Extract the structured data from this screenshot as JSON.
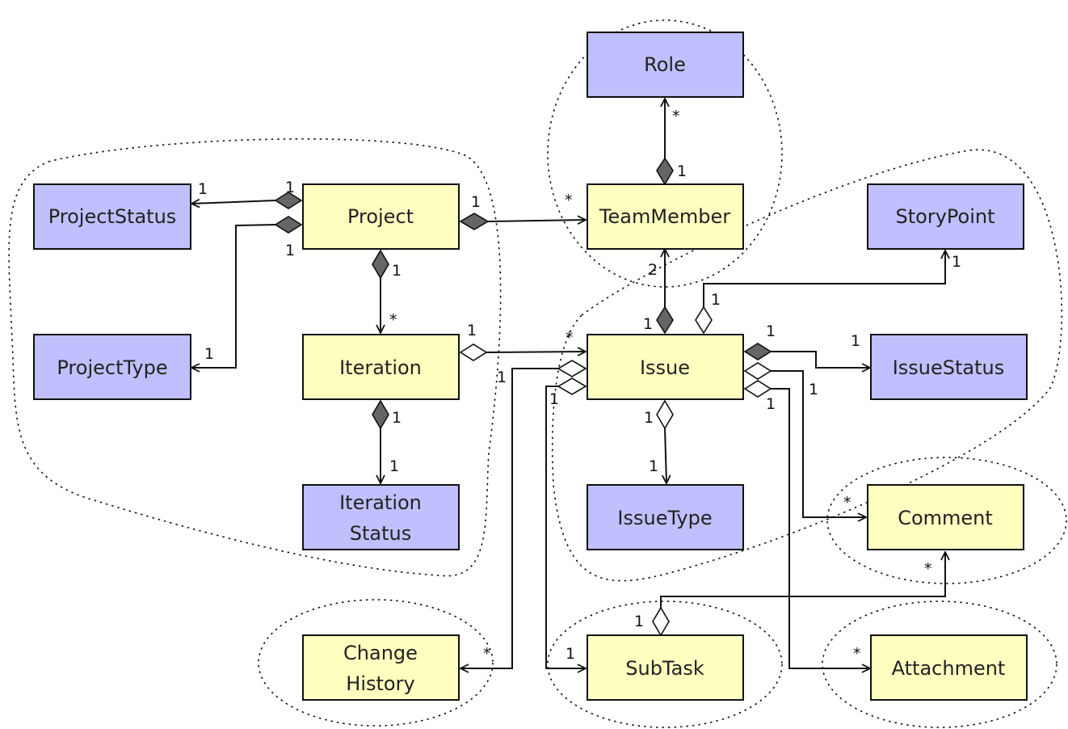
{
  "colors": {
    "lookup": "#c0c0ff",
    "entity": "#ffffc0",
    "stroke": "#111111",
    "composite_diamond": "#666666"
  },
  "classes": {
    "role": {
      "label": "Role",
      "kind": "lookup"
    },
    "project_status": {
      "label": "ProjectStatus",
      "kind": "lookup"
    },
    "project": {
      "label": "Project",
      "kind": "entity"
    },
    "team_member": {
      "label": "TeamMember",
      "kind": "entity"
    },
    "story_point": {
      "label": "StoryPoint",
      "kind": "lookup"
    },
    "project_type": {
      "label": "ProjectType",
      "kind": "lookup"
    },
    "iteration": {
      "label": "Iteration",
      "kind": "entity"
    },
    "issue": {
      "label": "Issue",
      "kind": "entity"
    },
    "issue_status": {
      "label": "IssueStatus",
      "kind": "lookup"
    },
    "iteration_status": {
      "label_lines": [
        "Iteration",
        "Status"
      ],
      "kind": "lookup"
    },
    "issue_type": {
      "label": "IssueType",
      "kind": "lookup"
    },
    "comment": {
      "label": "Comment",
      "kind": "entity"
    },
    "change_history": {
      "label_lines": [
        "Change",
        "History"
      ],
      "kind": "entity"
    },
    "sub_task": {
      "label": "SubTask",
      "kind": "entity"
    },
    "attachment": {
      "label": "Attachment",
      "kind": "entity"
    }
  },
  "relations": [
    {
      "from": "team_member",
      "to": "role",
      "type": "composition",
      "from_mult": "1",
      "to_mult": "*"
    },
    {
      "from": "project",
      "to": "project_status",
      "type": "composition",
      "from_mult": "1",
      "to_mult": "1"
    },
    {
      "from": "project",
      "to": "project_type",
      "type": "composition",
      "from_mult": "1",
      "to_mult": "1"
    },
    {
      "from": "project",
      "to": "team_member",
      "type": "composition",
      "from_mult": "1",
      "to_mult": "*"
    },
    {
      "from": "project",
      "to": "iteration",
      "type": "composition",
      "from_mult": "1",
      "to_mult": "*"
    },
    {
      "from": "iteration",
      "to": "iteration_status",
      "type": "composition",
      "from_mult": "1",
      "to_mult": "1"
    },
    {
      "from": "iteration",
      "to": "issue",
      "type": "aggregation",
      "from_mult": "1",
      "to_mult": "*"
    },
    {
      "from": "issue",
      "to": "team_member",
      "type": "composition",
      "from_mult": "1",
      "to_mult": "2"
    },
    {
      "from": "issue",
      "to": "story_point",
      "type": "aggregation",
      "from_mult": "1",
      "to_mult": "1"
    },
    {
      "from": "issue",
      "to": "issue_status",
      "type": "composition",
      "from_mult": "1",
      "to_mult": "1"
    },
    {
      "from": "issue",
      "to": "issue_type",
      "type": "aggregation",
      "from_mult": "1",
      "to_mult": "1"
    },
    {
      "from": "issue",
      "to": "comment",
      "type": "aggregation",
      "from_mult": "1",
      "to_mult": "*"
    },
    {
      "from": "issue",
      "to": "attachment",
      "type": "aggregation",
      "from_mult": "1",
      "to_mult": "*"
    },
    {
      "from": "issue",
      "to": "change_history",
      "type": "aggregation",
      "from_mult": "1",
      "to_mult": "*"
    },
    {
      "from": "issue",
      "to": "sub_task",
      "type": "aggregation",
      "from_mult": "1",
      "to_mult": "1"
    },
    {
      "from": "sub_task",
      "to": "comment",
      "type": "aggregation",
      "from_mult": "1",
      "to_mult": "*"
    }
  ],
  "multiplicity_labels": {
    "role_tm_star": "*",
    "role_tm_one": "1",
    "ps_one_a": "1",
    "ps_one_b": "1",
    "pt_one_a": "1",
    "pt_one_b": "1",
    "proj_tm_one": "1",
    "proj_tm_star": "*",
    "proj_it_one": "1",
    "proj_it_star": "*",
    "it_its_one_a": "1",
    "it_its_one_b": "1",
    "it_issue_one": "1",
    "it_issue_star": "*",
    "issue_tm_two": "2",
    "issue_tm_one": "1",
    "issue_sp_one_a": "1",
    "issue_sp_one_b": "1",
    "issue_is_one_a": "1",
    "issue_is_one_b": "1",
    "issue_ity_one_a": "1",
    "issue_ity_one_b": "1",
    "issue_cm_one": "1",
    "issue_cm_star": "*",
    "issue_att_one": "1",
    "issue_att_star": "*",
    "issue_ch_one": "1",
    "issue_ch_star": "*",
    "issue_st_one_a": "1",
    "issue_st_one_b": "1",
    "st_cm_one": "1",
    "st_cm_star": "*"
  }
}
